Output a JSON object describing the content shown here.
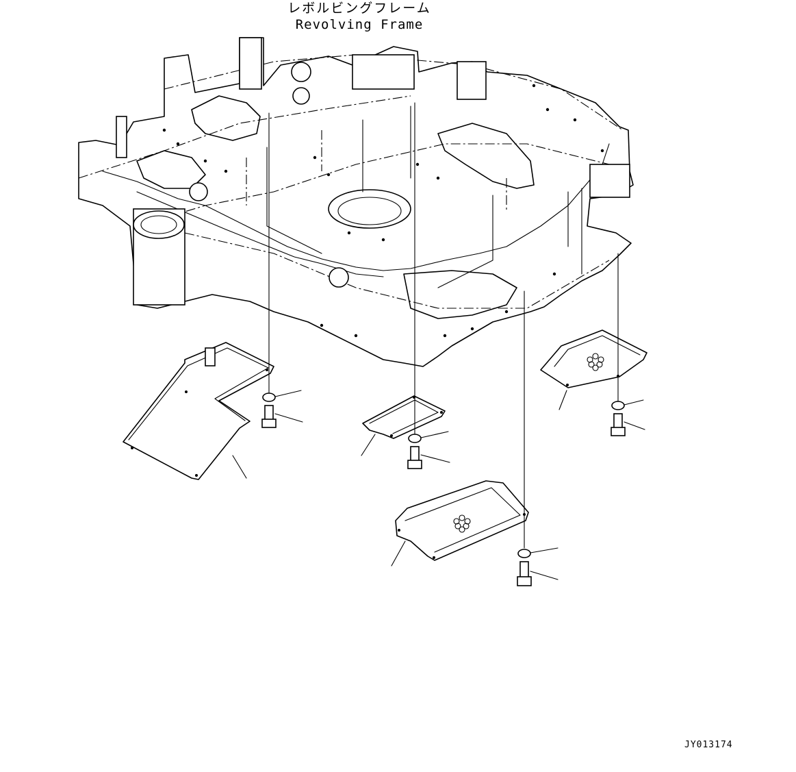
{
  "header": {
    "title_jp": "レボルビングフレーム",
    "title_en": "Revolving Frame"
  },
  "footer": {
    "drawing_code": "JY013174"
  }
}
